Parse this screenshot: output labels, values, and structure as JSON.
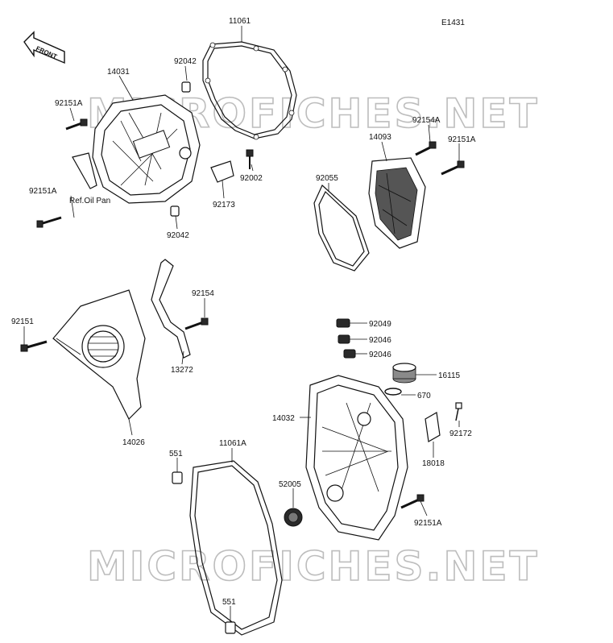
{
  "diagram": {
    "code": "E1431",
    "front_label": "FRONT",
    "watermark": "MICROFICHES.NET",
    "ref_note": "Ref.Oil Pan",
    "labels": {
      "p11061": "11061",
      "p14031": "14031",
      "p92042a": "92042",
      "p92151a_1": "92151A",
      "p92151a_2": "92151A",
      "p92042b": "92042",
      "p92173": "92173",
      "p92002": "92002",
      "p92154a": "92154A",
      "p92151a_3": "92151A",
      "p14093": "14093",
      "p92055": "92055",
      "p92154": "92154",
      "p92151": "92151",
      "p13272": "13272",
      "p14026": "14026",
      "p92049": "92049",
      "p92046a": "92046",
      "p92046b": "92046",
      "p16115": "16115",
      "p670": "670",
      "p14032": "14032",
      "p92172": "92172",
      "p18018": "18018",
      "p551a": "551",
      "p11061a": "11061A",
      "p52005": "52005",
      "p92151a_4": "92151A",
      "p551b": "551"
    }
  }
}
